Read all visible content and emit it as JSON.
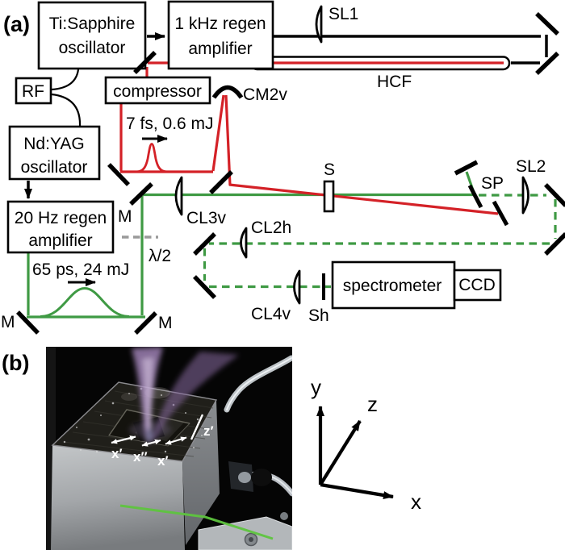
{
  "panel_a": {
    "tag": "(a)",
    "boxes": {
      "ti_sapphire": {
        "line1": "Ti:Sapphire",
        "line2": "oscillator"
      },
      "regen_1khz": {
        "line1": "1 kHz regen",
        "line2": "amplifier"
      },
      "rf": {
        "label": "RF"
      },
      "compressor": {
        "label": "compressor"
      },
      "nd_yag": {
        "line1": "Nd:YAG",
        "line2": "oscillator"
      },
      "regen_20hz": {
        "line1": "20 Hz regen",
        "line2": "amplifier"
      },
      "spectrometer": {
        "label": "spectrometer"
      },
      "ccd": {
        "label": "CCD"
      }
    },
    "optics": {
      "sl1": "SL1",
      "hcf": "HCF",
      "cm2v": "CM2v",
      "sample": "S",
      "sp": "SP",
      "sl2": "SL2",
      "m_fold": "M",
      "cl3v": "CL3v",
      "cl2h": "CL2h",
      "half_waveplate": "λ/2",
      "m_bottom_left": "M",
      "m_bottom_right": "M",
      "cl4v": "CL4v",
      "shutter": "Sh"
    },
    "annotations": {
      "short_pulse": "7 fs, 0.6 mJ",
      "long_pulse": "65 ps, 24 mJ"
    },
    "colors": {
      "ir_beam": "#000000",
      "few_cycle_beam": "#d42127",
      "pump_beam": "#3f9a44",
      "waveplate_marker": "#9a9a9a"
    }
  },
  "panel_b": {
    "tag": "(b)",
    "target_labels": {
      "x_left": "x′",
      "x_center": "x″",
      "x_right": "x′",
      "z_slot": "z′"
    },
    "axes": {
      "y": "y",
      "z": "z",
      "x": "x"
    },
    "colors": {
      "plasma": "#a587bd",
      "annotation": "#ffffff",
      "scatter_line": "#5ec43e"
    }
  }
}
